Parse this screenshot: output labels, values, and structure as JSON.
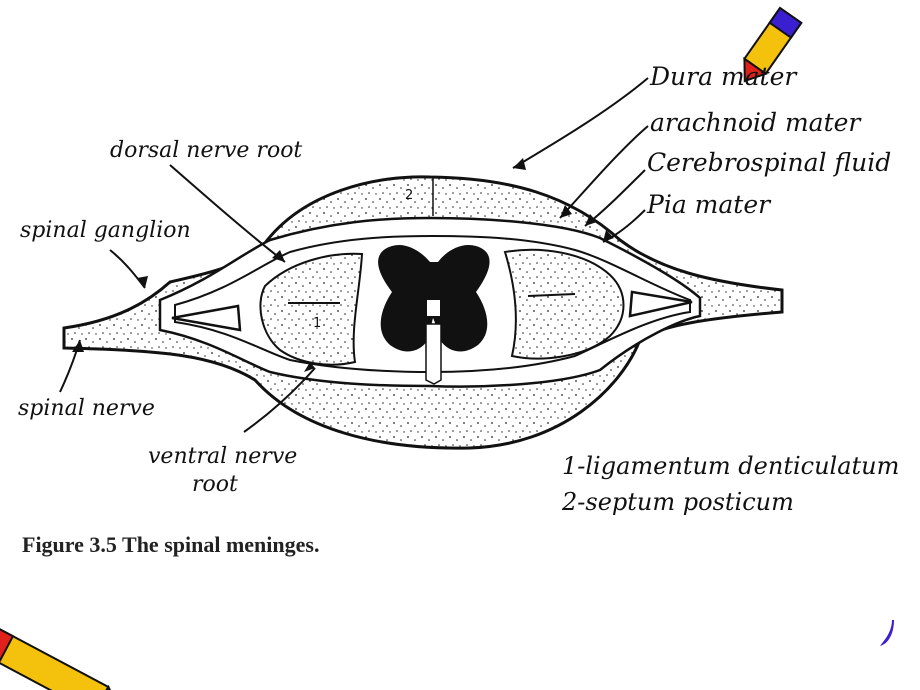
{
  "labels": {
    "dura_mater": "Dura mater",
    "arachnoid_mater": "arachnoid mater",
    "cerebrospinal_fluid": "Cerebrospinal fluid",
    "pia_mater": "Pia mater",
    "dorsal_nerve_root": "dorsal nerve root",
    "spinal_ganglion": "spinal ganglion",
    "spinal_nerve": "spinal nerve",
    "ventral_nerve_root_line1": "ventral nerve",
    "ventral_nerve_root_line2": "root"
  },
  "markers": {
    "one": "1",
    "two": "2"
  },
  "legend": {
    "item1": "1-ligamentum denticulatum",
    "item2": "2-septum posticum"
  },
  "caption": "Figure 3.5   The spinal meninges.",
  "icons": [
    "pencil-icon",
    "pencil-icon",
    "pencil-icon"
  ],
  "colors": {
    "ink": "#111111",
    "pencil_yellow": "#f4c20d",
    "pencil_red": "#e0201a",
    "pencil_purple": "#3a1fd0"
  }
}
